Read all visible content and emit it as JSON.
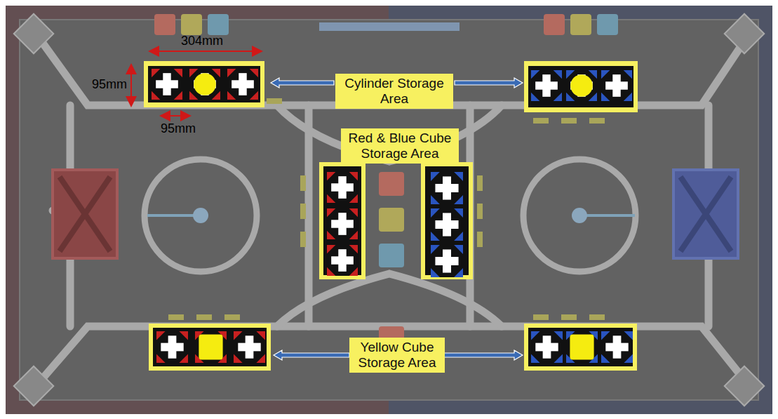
{
  "diagram": {
    "nodes": [
      {
        "text": [
          "Cylinder Storage Area"
        ]
      },
      {
        "text": [
          "Red & Blue Cube Storage Area"
        ]
      },
      {
        "text": [
          "Yellow Cube Storage Area"
        ]
      }
    ],
    "labels": [
      "304mm",
      "95mm",
      "95mm"
    ]
  }
}
